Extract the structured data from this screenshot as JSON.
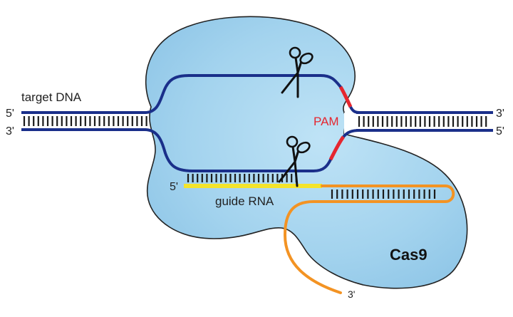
{
  "diagram": {
    "title": "CRISPR-Cas9 mechanism",
    "labels": {
      "target_dna": "target DNA",
      "left_top_end": "5'",
      "left_bottom_end": "3'",
      "right_top_end": "3'",
      "right_bottom_end": "5'",
      "pam": "PAM",
      "guide_5prime": "5'",
      "guide_rna": "guide RNA",
      "tail_3prime": "3'",
      "protein": "Cas9"
    },
    "colors": {
      "protein_fill": "#a3d3ee",
      "protein_outline": "#222222",
      "dna_strand": "#1a2f8a",
      "pam": "#e5262f",
      "guide_rna": "#f4e42a",
      "tracr_rna": "#f39323",
      "base_pair_tick": "#1a1a1a",
      "pam_label": "#e5262f"
    },
    "icons": [
      "scissors-icon-top",
      "scissors-icon-bottom"
    ]
  }
}
